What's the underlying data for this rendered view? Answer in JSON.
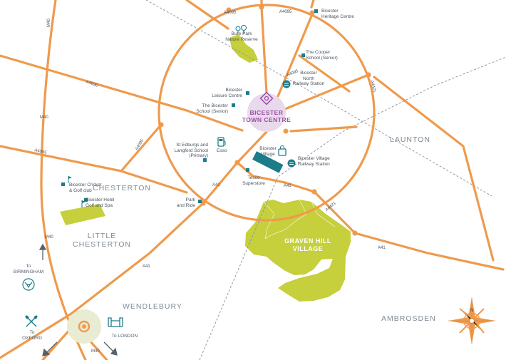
{
  "roads": {
    "m40": "M40",
    "a4095": "A4095",
    "a4030": "A4030",
    "a4421": "A4421",
    "a41": "A41"
  },
  "town_centre": "BICESTER\nTOWN CENTRE",
  "development": "GRAVEN HILL\nVILLAGE",
  "places": {
    "launton": "LAUNTON",
    "chesterton": "CHESTERTON",
    "little_chesterton": "LITTLE\nCHESTERTON",
    "wendlebury": "WENDLEBURY",
    "ambrosden": "AMBROSDEN"
  },
  "pois": {
    "heritage": "Bicester\nHeritage Centre",
    "bure_park": "Bure Park\nNature Reserve",
    "cooper": "The Cooper\nSchool (Senior)",
    "north_station": "Bicester\nNorth\nRailway Station",
    "leisure": "Bicester\nLeisure Centre",
    "bicester_school": "The Bicester\nSchool (Senior)",
    "st_edburgs": "St Edburgs and\nLangford School\n(Primary)",
    "esso": "Esso",
    "village": "Bicester\nVillage",
    "village_station": "Bicester Village\nRailway Station",
    "tesco": "Tesco\nSuperstore",
    "park_ride": "Park\nand Ride",
    "cricket": "Bicester Cricket\n& Golf club",
    "hotel": "Bicester Hotel\nGolf and Spa"
  },
  "directions": {
    "birmingham": "To\nBIRMINGHAM",
    "oxford": "To\nOXFORD",
    "london": "To LONDON"
  },
  "colors": {
    "road": "#ef9a4c",
    "rail": "#8e99a3",
    "green": "#c6cf3c",
    "teal": "#1b7c8a",
    "purple": "#9a4fa3",
    "centre_fill": "#e8d9ec"
  },
  "icons": {
    "compass": "compass-rose-icon",
    "station": "railway-station-icon",
    "school": "school-marker-icon",
    "fuel": "fuel-pump-icon",
    "shopping": "shopping-bag-icon",
    "golf": "golf-flag-icon",
    "trees": "trees-icon",
    "town_centre": "town-centre-icon"
  }
}
